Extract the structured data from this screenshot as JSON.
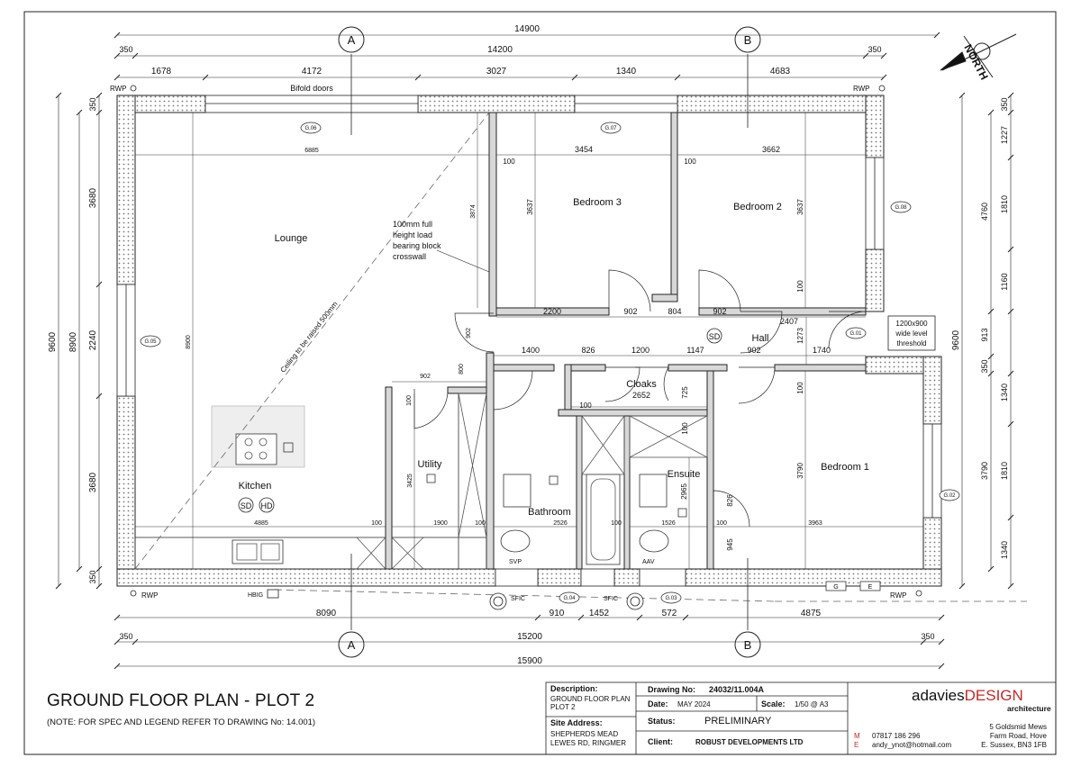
{
  "overall_dims": {
    "top_total": "14900",
    "top_inner": "14200",
    "top_end_l": "350",
    "top_end_r": "350",
    "bottom_total": "15900",
    "bottom_inner": "15200",
    "bottom_end_l": "350",
    "bottom_end_r": "350"
  },
  "top_dims": [
    "1678",
    "4172",
    "3027",
    "1340",
    "4683"
  ],
  "bottom_dims": [
    "8090",
    "910",
    "1452",
    "572",
    "4875"
  ],
  "left_dims": {
    "outer": "9600",
    "inner": "8900",
    "segs": [
      "350",
      "3680",
      "2240",
      "3680",
      "350"
    ]
  },
  "right_dims": {
    "outer": "9600",
    "mid": [
      "4760",
      "913",
      "350",
      "3790"
    ],
    "segs": [
      "350",
      "1227",
      "1810",
      "1160",
      "1340",
      "1810",
      "1340"
    ]
  },
  "section_markers": [
    "A",
    "B"
  ],
  "north_label": "NORTH",
  "rwp": "RWP",
  "bifold_label": "Bifold doors",
  "windows": [
    "G.06",
    "G.07",
    "G.08",
    "G.05",
    "G.01",
    "G.02",
    "G.03",
    "G.04"
  ],
  "rooms": {
    "lounge": "Lounge",
    "kitchen": "Kitchen",
    "utility": "Utility",
    "bathroom": "Bathroom",
    "cloaks": "Cloaks",
    "ensuite": "Ensuite",
    "hall": "Hall",
    "bedroom3": "Bedroom 3",
    "bedroom2": "Bedroom 2",
    "bedroom1": "Bedroom 1"
  },
  "notes": {
    "crosswall": [
      "100mm full",
      "height load",
      "bearing block",
      "crosswall"
    ],
    "ceiling": "Ceiling to be raised 500mm",
    "threshold": [
      "1200x900",
      "wide level",
      "threshold"
    ]
  },
  "symbols": {
    "sd": "SD",
    "hd": "HD",
    "svp": "SVP",
    "aav": "AAV",
    "sfic": "SFIC",
    "hbig": "HBIG",
    "g": "G",
    "e": "E"
  },
  "internal_dims": {
    "lounge_w": "6885",
    "lounge_h": "8900",
    "lounge_v": "3874",
    "b3_w": "3454",
    "b3_h": "3637",
    "b2_w": "3662",
    "b2_h": "3637",
    "corr": [
      "2200",
      "902",
      "804",
      "902",
      "2407"
    ],
    "hall_v": "1273",
    "row2": [
      "1400",
      "826",
      "1200",
      "1147",
      "902",
      "1740"
    ],
    "cloaks_w": "2652",
    "cloaks_h": "725",
    "util": [
      "902",
      "800",
      "100",
      "3425",
      "1900",
      "100"
    ],
    "kitchen_w": "4885",
    "kitchen_100": "100",
    "bath_w": "2526",
    "bath_100": "100",
    "ens_w": "1526",
    "ens_h": "2965",
    "ens_100": "100",
    "ens_826": "826",
    "ens_945": "945",
    "b1_w": "3963",
    "b1_h": "3790",
    "b1_100": "100",
    "v100": "100",
    "v902": "902",
    "v3637": "3637"
  },
  "title_block": {
    "title": "GROUND FLOOR PLAN - PLOT 2",
    "note": "(NOTE: FOR SPEC AND LEGEND REFER TO DRAWING No: 14.001)",
    "description_label": "Description:",
    "description": [
      "GROUND FLOOR PLAN",
      "PLOT 2"
    ],
    "site_label": "Site Address:",
    "site": [
      "SHEPHERDS MEAD",
      "LEWES RD, RINGMER"
    ],
    "drawing_no_label": "Drawing No:",
    "drawing_no": "24032/11.004A",
    "date_label": "Date:",
    "date": "MAY 2024",
    "scale_label": "Scale:",
    "scale": "1/50 @ A3",
    "status_label": "Status:",
    "status": "PRELIMINARY",
    "client_label": "Client:",
    "client": "ROBUST DEVELOPMENTS LTD",
    "brand_a": "adavies",
    "brand_b": "DESIGN",
    "brand_sub": "architecture",
    "contact_labels": [
      "M",
      "E"
    ],
    "contact": [
      "07817 186 296",
      "andy_ynot@hotmail.com"
    ],
    "address": [
      "5 Goldsmid Mews",
      "Farm Road, Hove",
      "E. Sussex, BN3 1FB"
    ]
  }
}
